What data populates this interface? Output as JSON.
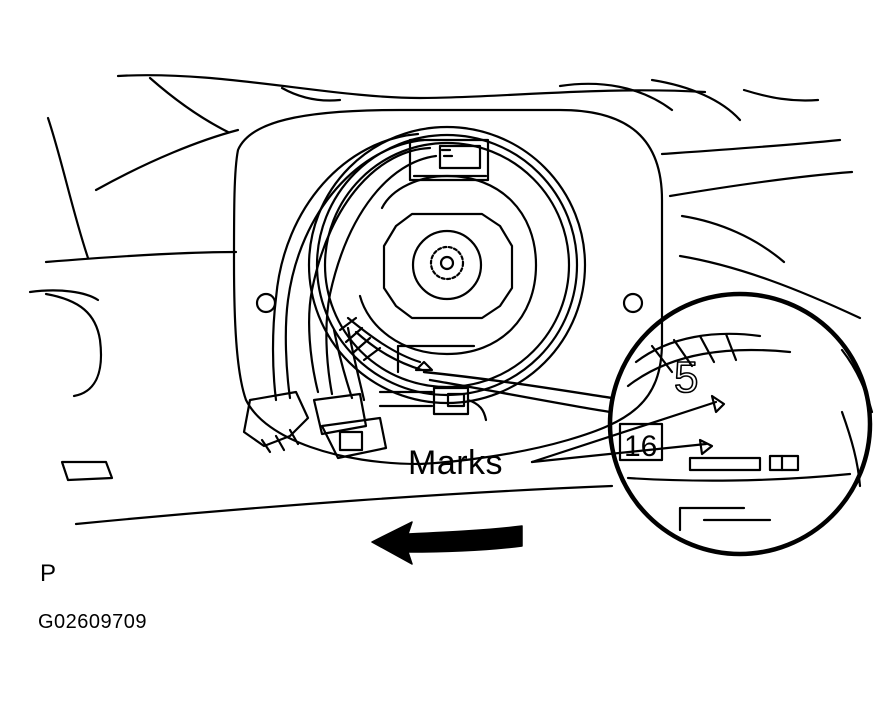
{
  "labels": {
    "marks": "Marks",
    "view_letter": "P",
    "figure_code": "G02609709",
    "inset_number_5": "5",
    "inset_number_16": "16"
  },
  "colors": {
    "line": "#000000",
    "background": "#ffffff"
  }
}
